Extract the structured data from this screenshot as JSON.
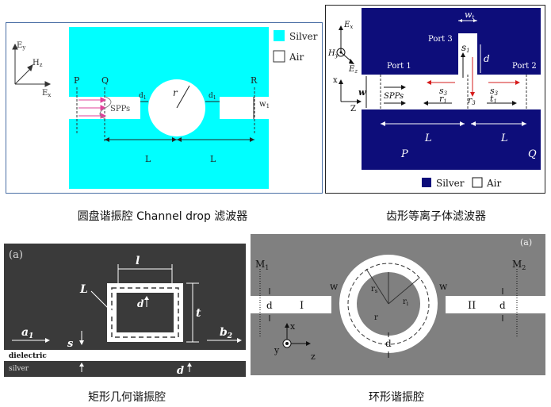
{
  "panel1": {
    "axes": {
      "ey": "E",
      "ey_sub": "y",
      "hz": "H",
      "hz_sub": "z",
      "ex": "E",
      "ex_sub": "x"
    },
    "labels": {
      "p": "P",
      "q": "Q",
      "r_port": "R",
      "spps": "SPPs",
      "d1": "d",
      "d1_sub": "1",
      "d2": "d",
      "d2_sub": "1",
      "radius": "r",
      "width": "w",
      "width_sub": "1",
      "l1": "L",
      "l2": "L"
    },
    "legend": {
      "silver": "Silver",
      "air": "Air"
    },
    "colors": {
      "silver": "#00ffff",
      "air": "#ffffff"
    },
    "caption": "圆盘谐振腔 Channel drop 滤波器"
  },
  "panel2": {
    "labels": {
      "ex": "E",
      "ex_sub": "x",
      "hy": "H",
      "hy_sub": "y",
      "ez": "E",
      "ez_sub": "z",
      "axis_x": "x",
      "axis_z": "Z",
      "w_t": "w",
      "w_t_sub": "t",
      "port3": "Port 3",
      "port1": "Port 1",
      "port2": "Port 2",
      "s1": "s",
      "s1_sub": "1",
      "d": "d",
      "s3a": "s",
      "s3a_sub": "3",
      "s3b": "s",
      "s3b_sub": "3",
      "r3": "r",
      "r3_sub": "3",
      "r1": "r",
      "r1_sub": "1",
      "t1": "t",
      "t1_sub": "1",
      "w": "w",
      "spps": "SPPs",
      "l1": "L",
      "l2": "L",
      "p": "P",
      "q": "Q"
    },
    "legend": {
      "silver": "Silver",
      "air": "Air"
    },
    "colors": {
      "silver": "#0d0d7a",
      "air": "#ffffff"
    },
    "caption": "齿形等离子体滤波器"
  },
  "panel3": {
    "labels": {
      "tag": "(a)",
      "l": "l",
      "big_l": "L",
      "d": "d",
      "t": "t",
      "a1": "a",
      "a1_sub": "1",
      "s": "s",
      "b2": "b",
      "b2_sub": "2",
      "dielectric": "dielectric",
      "silver": "silver",
      "d2": "d"
    },
    "colors": {
      "background": "#3a3a3a",
      "air": "#ffffff"
    },
    "caption": "矩形几何谐振腔"
  },
  "panel4": {
    "labels": {
      "tag": "(a)",
      "m1": "M",
      "m1_sub": "1",
      "m2": "M",
      "m2_sub": "2",
      "w1": "w",
      "w2": "w",
      "d_left": "d",
      "d_right": "d",
      "port_i": "I",
      "port_ii": "II",
      "rs": "r",
      "rs_sub": "s",
      "ri": "r",
      "ri_sub": "i",
      "r": "r",
      "d_ring": "d",
      "axis_x": "x",
      "axis_y": "y",
      "axis_z": "z"
    },
    "colors": {
      "background": "#808080",
      "air": "#ffffff"
    },
    "caption": "环形谐振腔"
  }
}
